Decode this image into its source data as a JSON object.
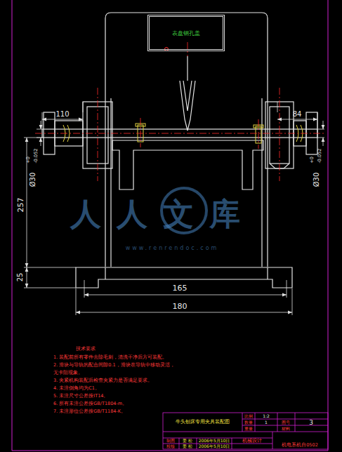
{
  "diagram": {
    "nodes": [
      {
        "text": [
          "表盘钢孔盖"
        ]
      }
    ],
    "labels": [
      "110",
      "84",
      "Ø30",
      "+0",
      "-0.052",
      "Ø30",
      "+0",
      "-0.052",
      "257",
      "25",
      "165",
      "180",
      "人人文库",
      "www.renrendoc.com",
      "技术要求",
      "1. 装配前所有零件去除毛刺，清洗干净后方可装配。",
      "2. 滑块与导轨的配合间隙0.1，滑块在导轨中移动灵活，",
      "无卡阻现象。",
      "3. 夹紧机构装配后检查夹紧力是否满足要求。",
      "4. 未注倒角均为C1。",
      "5. 未注尺寸公差按IT14。",
      "6. 所有未注公差按GB/T1804-m。",
      "7. 未注形位公差按GB/T1184-K。",
      "牛头刨床专用夹具装配图",
      "比例",
      "1:2",
      "数量",
      "1",
      "图号",
      "3",
      "重量",
      "材料",
      "制图",
      "姜 松",
      "2006年5月10日",
      "机械设计",
      "校核",
      "姜 松",
      "2006年5月10日",
      "机电系机自0502"
    ]
  }
}
